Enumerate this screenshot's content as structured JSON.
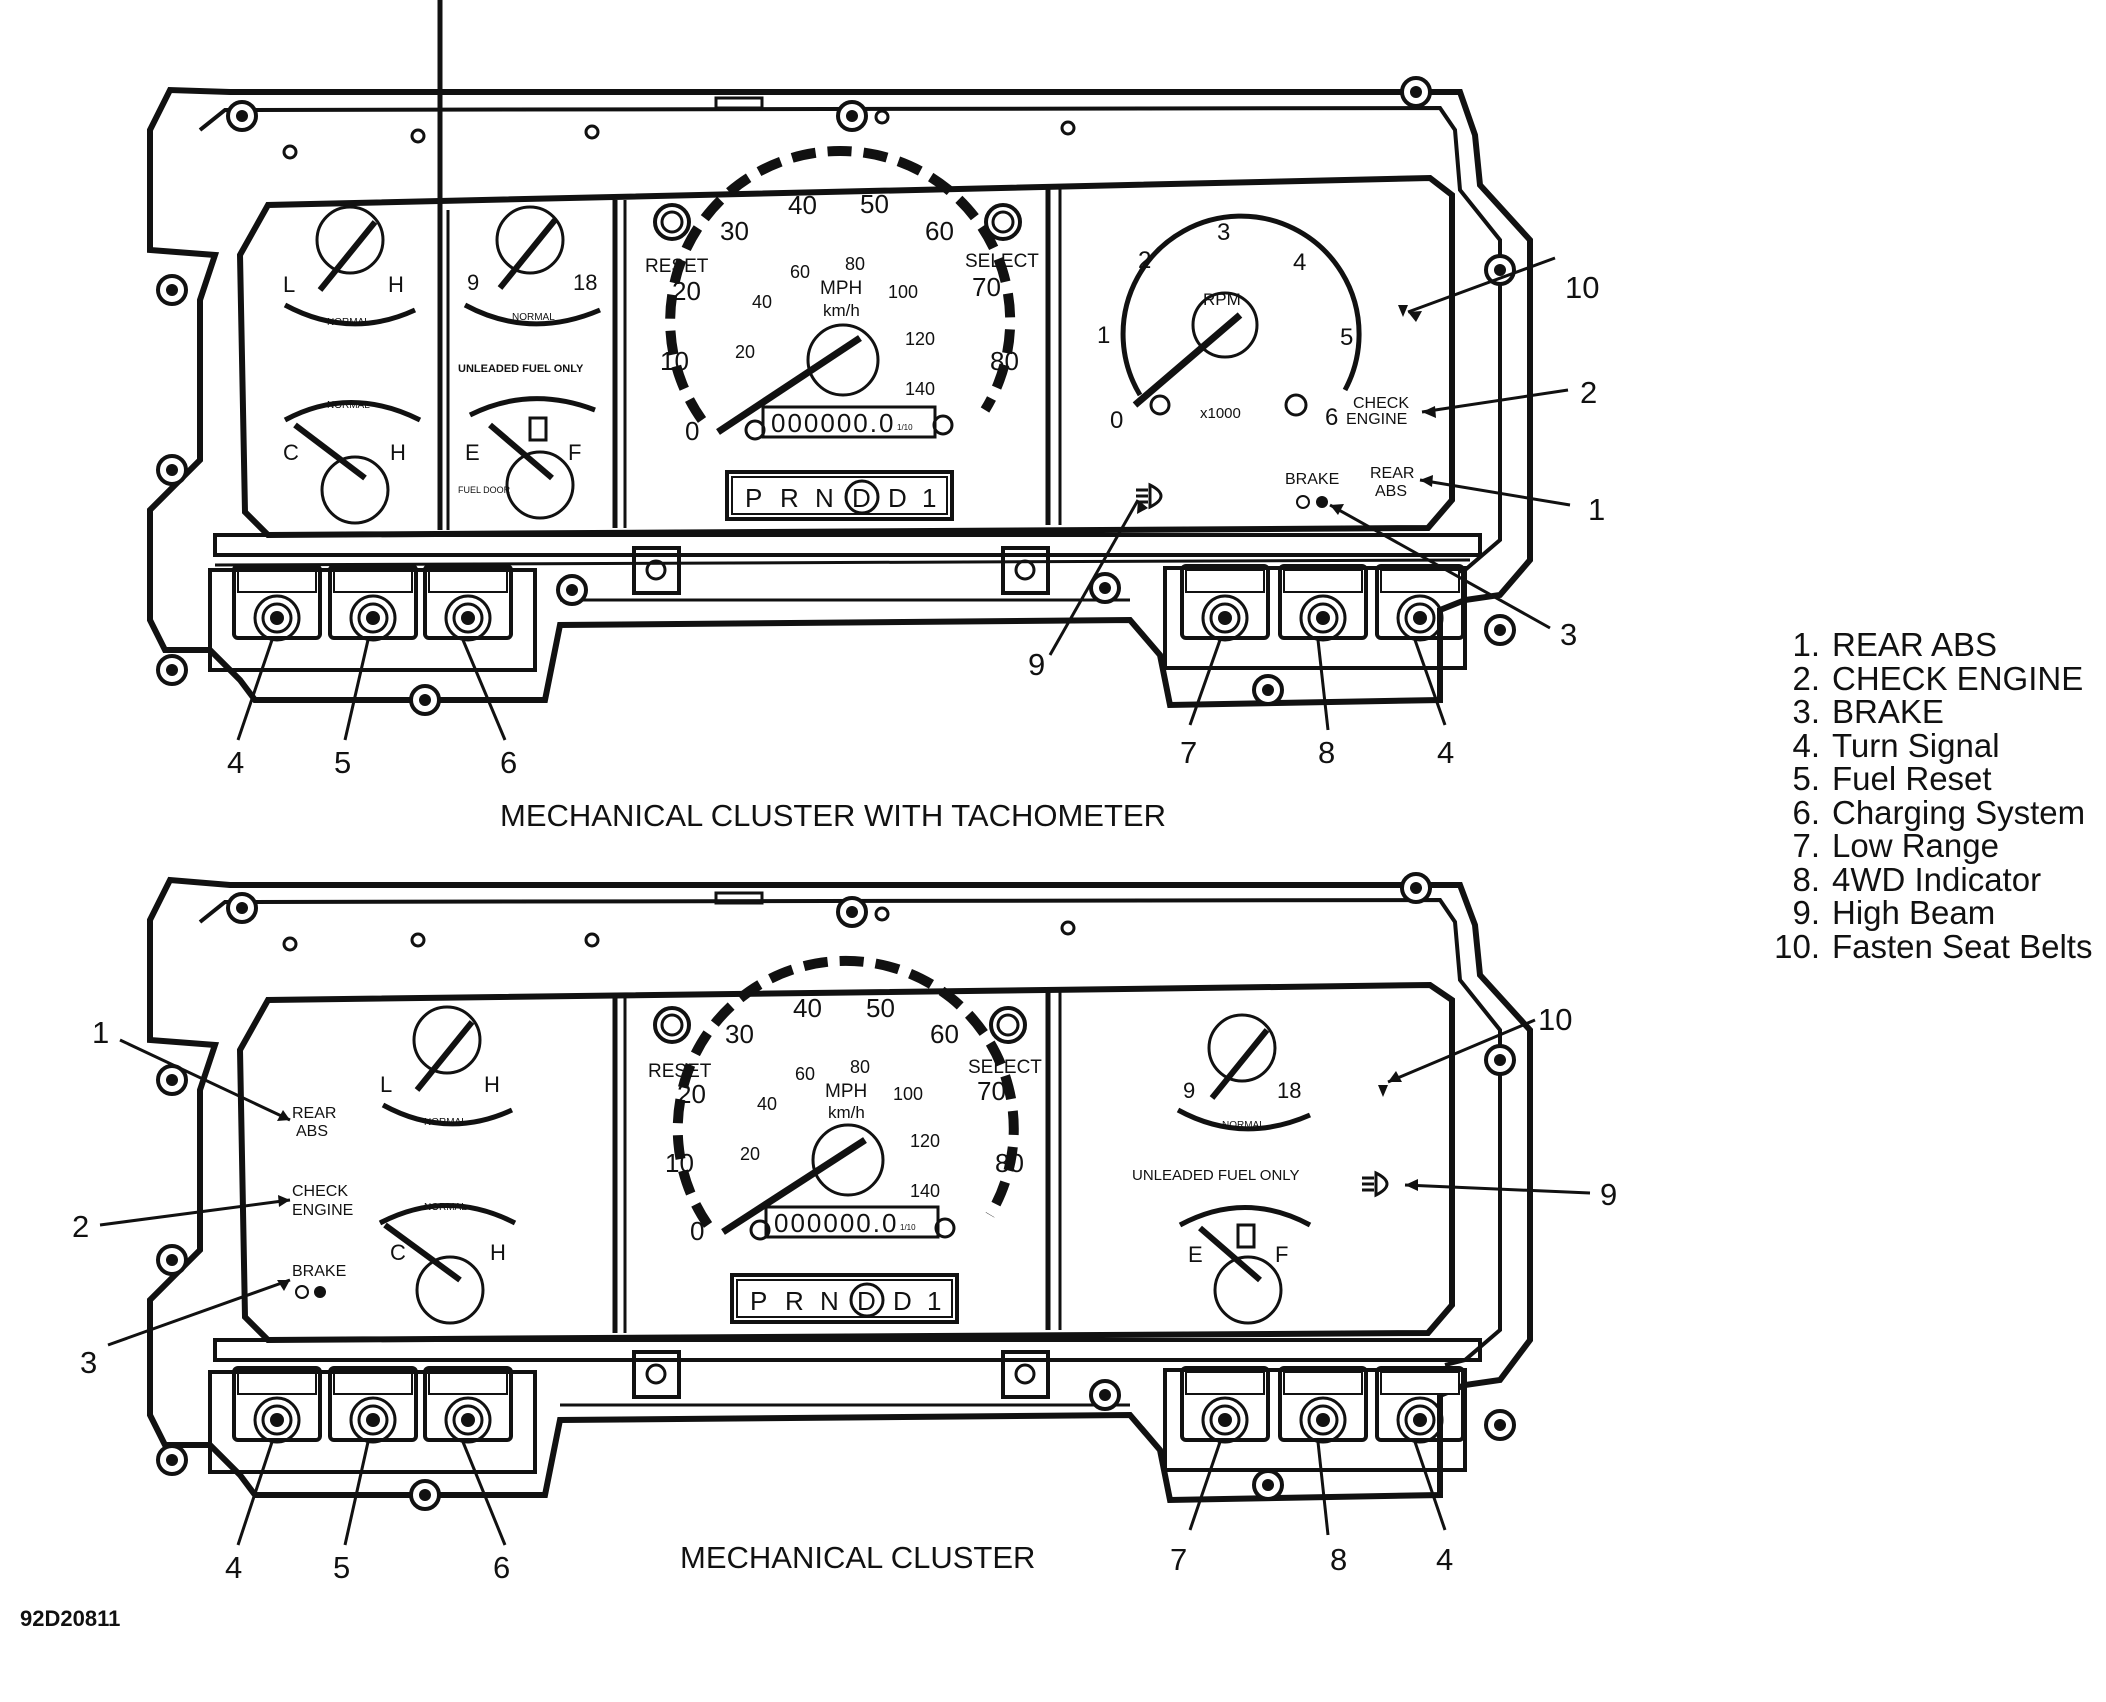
{
  "clusters": [
    {
      "caption": "MECHANICAL CLUSTER WITH TACHOMETER",
      "speedometer": {
        "mph_ticks": [
          "0",
          "10",
          "20",
          "30",
          "40",
          "50",
          "60",
          "70",
          "80"
        ],
        "kmh_ticks": [
          "20",
          "40",
          "60",
          "80",
          "100",
          "120",
          "140"
        ],
        "unit_top": "MPH",
        "unit_bottom": "km/h",
        "odometer": "000000.0",
        "odometer_tag": "1/10",
        "reset_label": "RESET",
        "select_label": "SELECT"
      },
      "prndl": [
        "P",
        "R",
        "N",
        "D",
        "D",
        "1"
      ],
      "oil_gauge": {
        "low": "L",
        "high": "H",
        "band": "NORMAL"
      },
      "temp_gauge": {
        "low": "C",
        "high": "H",
        "band": "NORMAL"
      },
      "volt_gauge": {
        "low": "9",
        "high": "18",
        "band": "NORMAL"
      },
      "fuel_gauge": {
        "low": "E",
        "high": "F",
        "note": "UNLEADED FUEL ONLY",
        "door": "FUEL DOOR"
      },
      "tachometer": {
        "ticks": [
          "0",
          "1",
          "2",
          "3",
          "4",
          "5",
          "6"
        ],
        "unit": "RPM",
        "multiplier": "x1000"
      },
      "warning_labels": {
        "check_engine": "CHECK ENGINE",
        "rear_abs": "REAR ABS",
        "brake": "BRAKE"
      },
      "callouts": [
        "10",
        "2",
        "1",
        "3",
        "9",
        "4",
        "5",
        "6",
        "7",
        "8",
        "4"
      ]
    },
    {
      "caption": "MECHANICAL CLUSTER",
      "speedometer": {
        "mph_ticks": [
          "0",
          "10",
          "20",
          "30",
          "40",
          "50",
          "60",
          "70",
          "80"
        ],
        "kmh_ticks": [
          "20",
          "40",
          "60",
          "80",
          "100",
          "120",
          "140"
        ],
        "unit_top": "MPH",
        "unit_bottom": "km/h",
        "odometer": "000000.0",
        "odometer_tag": "1/10",
        "reset_label": "RESET",
        "select_label": "SELECT"
      },
      "prndl": [
        "P",
        "R",
        "N",
        "D",
        "D",
        "1"
      ],
      "oil_gauge": {
        "low": "L",
        "high": "H",
        "band": "NORMAL"
      },
      "temp_gauge": {
        "low": "C",
        "high": "H",
        "band": "NORMAL"
      },
      "volt_gauge": {
        "low": "9",
        "high": "18",
        "band": "NORMAL"
      },
      "fuel_gauge": {
        "low": "E",
        "high": "F",
        "note": "UNLEADED FUEL ONLY"
      },
      "warning_labels": {
        "check_engine": "CHECK ENGINE",
        "rear_abs": "REAR ABS",
        "brake": "BRAKE"
      },
      "callouts": [
        "1",
        "2",
        "3",
        "10",
        "9",
        "4",
        "5",
        "6",
        "7",
        "8",
        "4"
      ]
    }
  ],
  "legend": [
    {
      "num": "1.",
      "text": "REAR ABS"
    },
    {
      "num": "2.",
      "text": "CHECK ENGINE"
    },
    {
      "num": "3.",
      "text": "BRAKE"
    },
    {
      "num": "4.",
      "text": "Turn Signal"
    },
    {
      "num": "5.",
      "text": "Fuel Reset"
    },
    {
      "num": "6.",
      "text": "Charging System"
    },
    {
      "num": "7.",
      "text": "Low Range"
    },
    {
      "num": "8.",
      "text": "4WD Indicator"
    },
    {
      "num": "9.",
      "text": "High Beam"
    },
    {
      "num": "10.",
      "text": "Fasten Seat Belts"
    }
  ],
  "figure_id": "92D20811"
}
